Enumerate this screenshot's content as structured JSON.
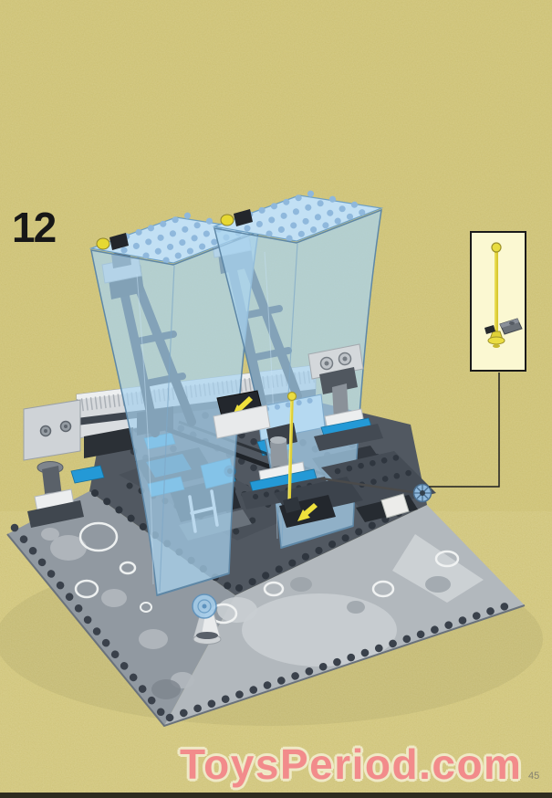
{
  "page": {
    "step_number": "12",
    "page_number": "45"
  },
  "watermark": {
    "text": "ToysPeriod.com",
    "color": "#f28b8b"
  },
  "callout": {
    "parts": [
      {
        "name": "antenna-yellow-with-base"
      },
      {
        "name": "plate-small-dark-gray"
      }
    ]
  },
  "illustration": {
    "subject": "lego-assembly-step-twin-blue-sails-on-rock-base",
    "colors": {
      "background_sand": "#cec273",
      "sail_blue": "#a9d2ef",
      "brick_blue": "#2499d6",
      "rock_gray_left": "#9199a1",
      "rock_gray_right": "#b2b8bd",
      "plate_dark": "#4a515a",
      "accent_yellow": "#e8dc3f",
      "callout_bg": "#fbf8d2",
      "watermark_pink": "#f28b8b"
    }
  }
}
